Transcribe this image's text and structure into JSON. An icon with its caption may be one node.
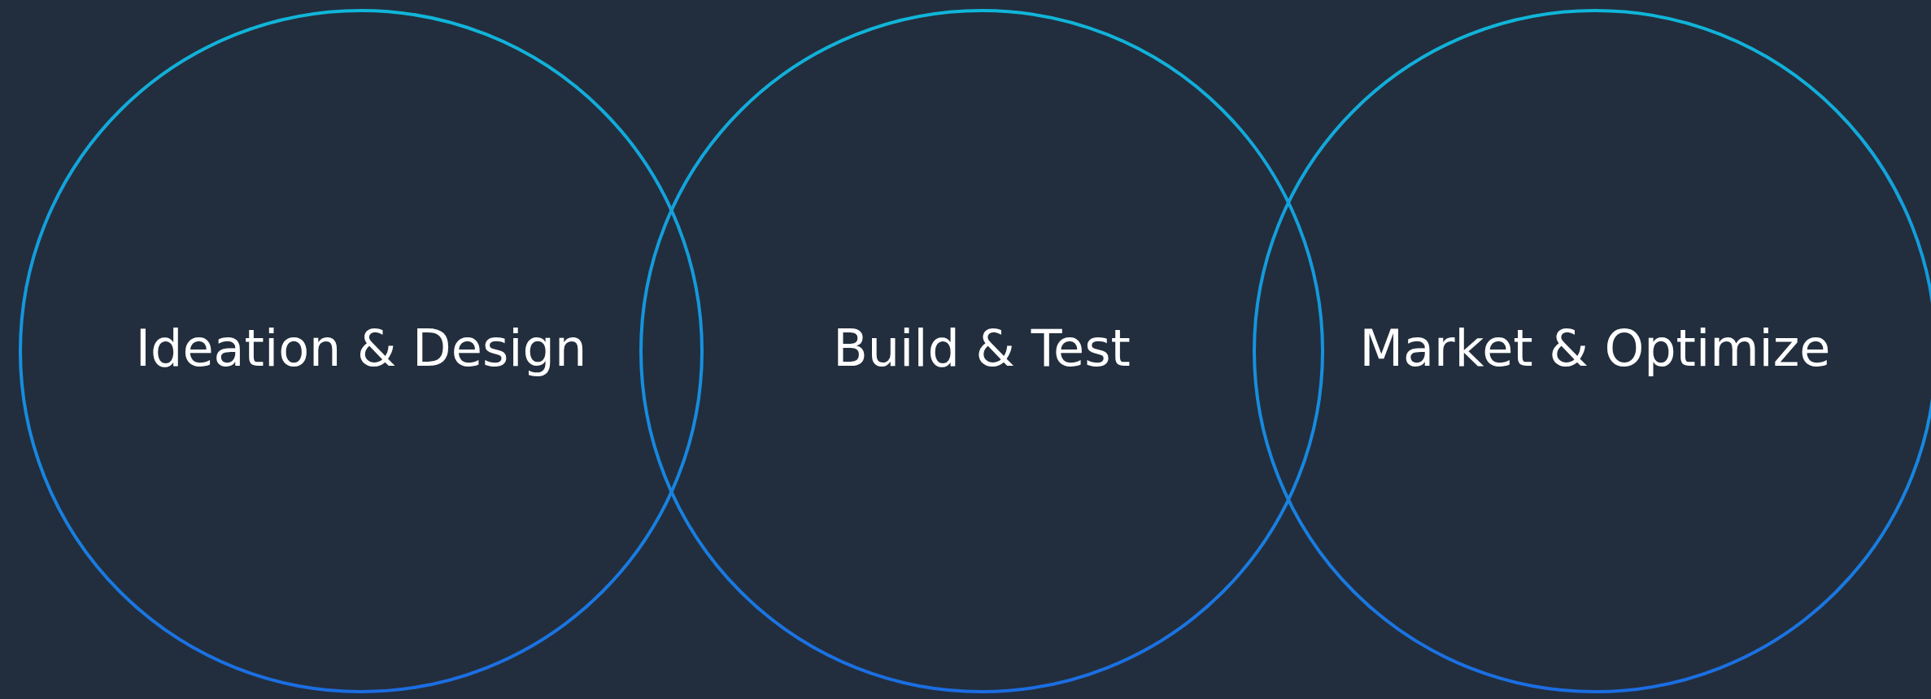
{
  "diagram": {
    "nodes": [
      {
        "text": [
          "Ideation & Design"
        ]
      },
      {
        "text": [
          "Build & Test"
        ]
      },
      {
        "text": [
          "Market & Optimize"
        ]
      }
    ]
  }
}
